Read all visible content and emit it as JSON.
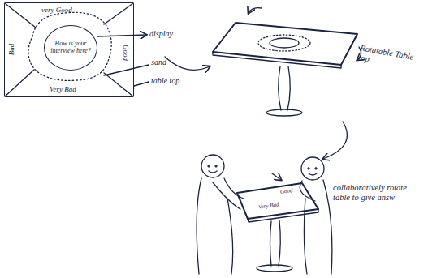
{
  "diagram": {
    "nodes": [
      {
        "text": [
          "very Good",
          "Good",
          "Very Bad",
          "Bad"
        ]
      },
      {
        "text": [
          "How is your interview here?"
        ],
        "in": 0
      }
    ],
    "labels": [
      "display",
      "sand",
      "table top",
      "Rotatable Table top",
      "collaboratively rotate table to give answ",
      "Good",
      "Very Bad"
    ]
  }
}
